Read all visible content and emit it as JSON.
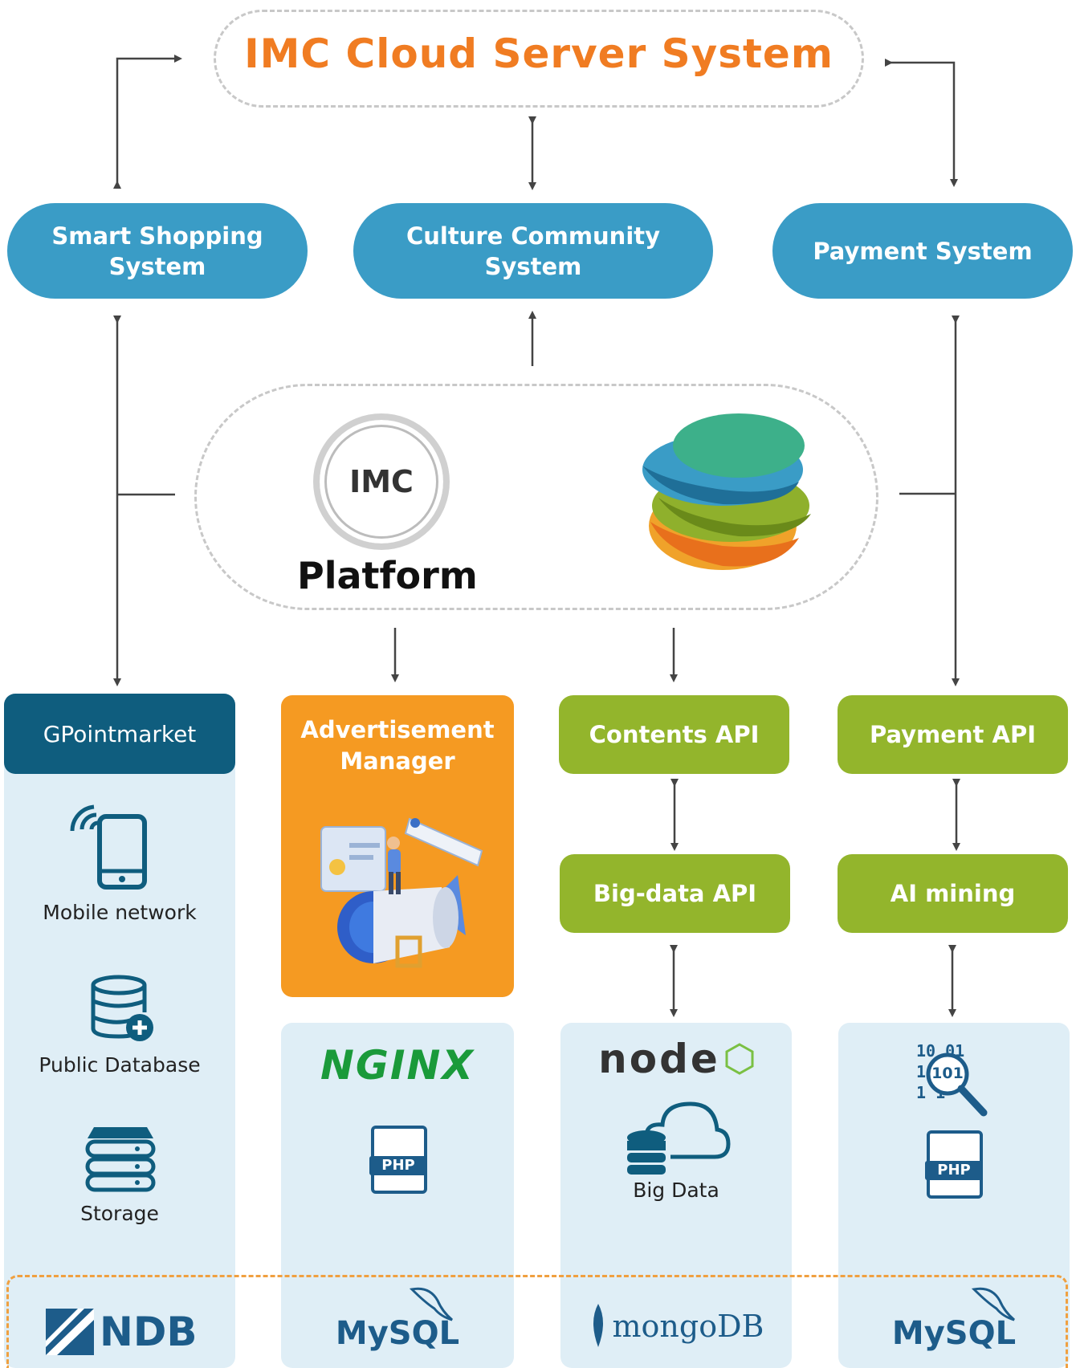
{
  "title": "IMC Cloud Server System",
  "systems": [
    {
      "label": "Smart Shopping\nSystem"
    },
    {
      "label": "Culture Community\nSystem"
    },
    {
      "label": "Payment System"
    }
  ],
  "platform": {
    "badge": "IMC",
    "label": "Platform"
  },
  "column1": {
    "header": "GPointmarket",
    "items": [
      "Mobile network",
      "Public Database",
      "Storage"
    ],
    "bottom_logo": "NDB"
  },
  "column2": {
    "header": "Advertisement\nManager",
    "server_logo": "NGINX",
    "php_label": "PHP",
    "bottom_logo": "MySQL"
  },
  "column3": {
    "top": "Contents API",
    "middle": "Big-data API",
    "server_logo": "node",
    "big_data_label": "Big Data",
    "bottom_logo": "mongoDB"
  },
  "column4": {
    "top": "Payment API",
    "middle": "AI mining",
    "binary_badge": "101",
    "php_label": "PHP",
    "bottom_logo": "MySQL"
  },
  "colors": {
    "title": "#f07c22",
    "pill": "#3a9cc6",
    "green": "#93b52c",
    "orange": "#f59a22",
    "dark": "#0f5d7e",
    "panel": "#dfeef6",
    "dashed_orange": "#f0a040"
  }
}
